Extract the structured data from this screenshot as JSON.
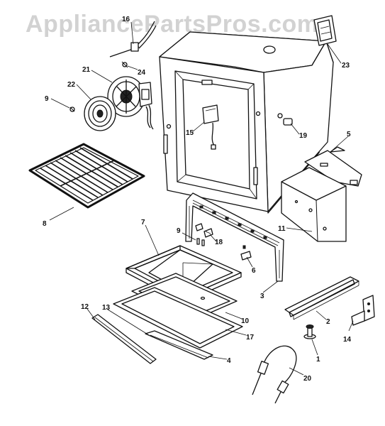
{
  "watermark": "AppliancePartsPros.com",
  "callouts": {
    "p1": "1",
    "p2": "2",
    "p3": "3",
    "p4": "4",
    "p5": "5",
    "p6": "6",
    "p7": "7",
    "p8": "8",
    "p9a": "9",
    "p9b": "9",
    "p10": "10",
    "p11": "11",
    "p12": "12",
    "p13": "13",
    "p14": "14",
    "p15": "15",
    "p16": "16",
    "p17": "17",
    "p18": "18",
    "p19": "19",
    "p20": "20",
    "p21": "21",
    "p22": "22",
    "p23": "23",
    "p24": "24"
  }
}
